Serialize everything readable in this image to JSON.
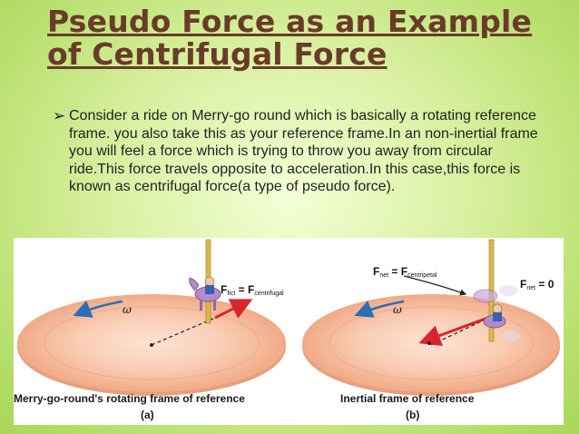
{
  "slide": {
    "title_line1": "Pseudo Force as an Example",
    "title_line2": "of Centrifugal Force",
    "bullet_marker": "➢",
    "bullet_text": "Consider a ride on Merry-go round  which is basically a rotating reference frame. you also take this as your reference frame.In an non-inertial frame you will feel a force which is trying to throw you away from circular ride.This force travels opposite to acceleration.In this case,this force is known as centrifugal force(a type of pseudo force).",
    "colors": {
      "title": "#6b3b2a",
      "background": "#c8e88a",
      "disc": "#f7c3a6",
      "arrow_red": "#d8252d",
      "arrow_blue": "#2a6fb5"
    }
  },
  "figure": {
    "left": {
      "caption": "Merry-go-round's rotating frame of reference",
      "sub": "(a)",
      "omega": "ω",
      "force_label_main": "F",
      "force_label_sub1": "fict",
      "force_label_eq": " = F",
      "force_label_sub2": "centrifugal"
    },
    "right": {
      "caption": "Inertial frame of reference",
      "sub": "(b)",
      "omega": "ω",
      "fnet_main": "F",
      "fnet_sub": "net",
      "fnet_eq": " = F",
      "fnet_sub2": "centripetal",
      "fnet0_main": "F",
      "fnet0_sub": "net",
      "fnet0_eq": " = 0"
    }
  }
}
